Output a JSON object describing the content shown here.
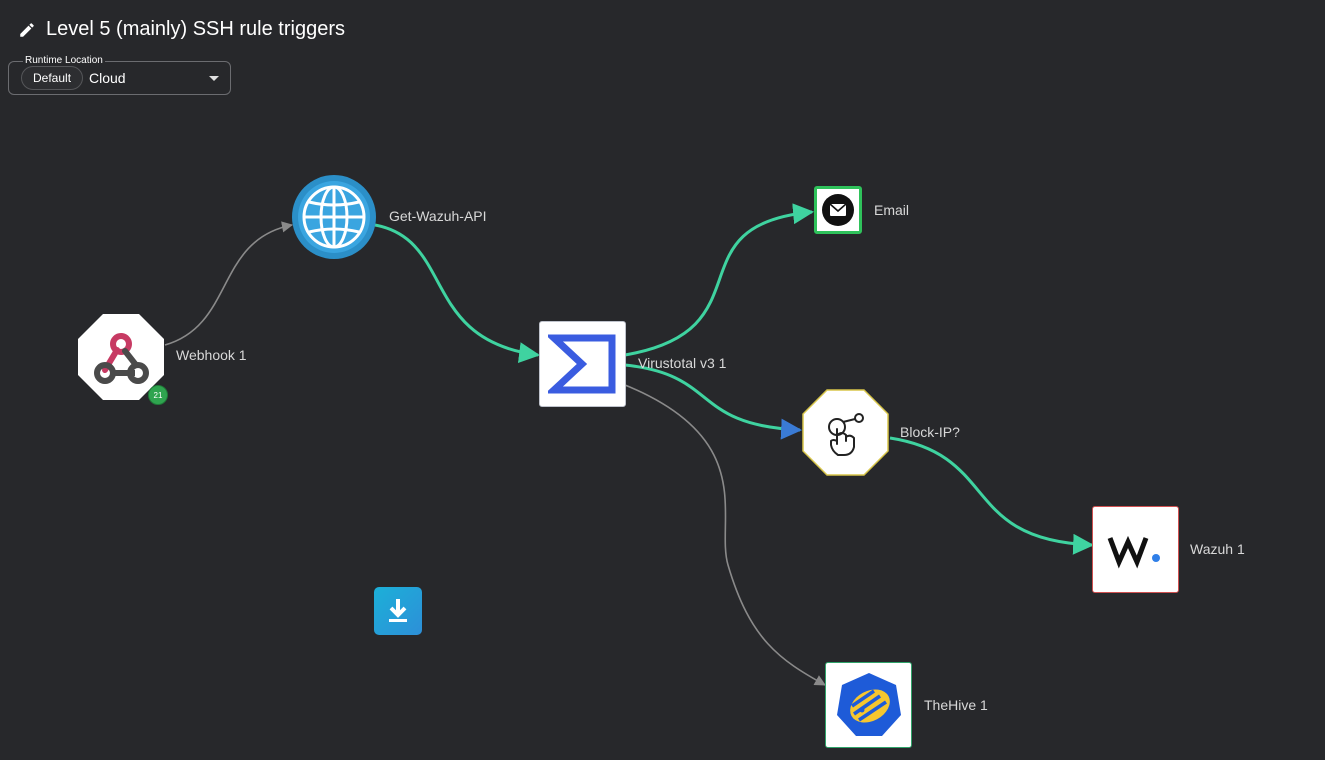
{
  "workflow": {
    "title": "Level 5 (mainly) SSH rule triggers",
    "runtime_location": {
      "legend": "Runtime Location",
      "chip": "Default",
      "value": "Cloud"
    }
  },
  "nodes": {
    "webhook": {
      "label": "Webhook 1",
      "badge": "21",
      "icon": "webhook-icon"
    },
    "get_wazuh_api": {
      "label": "Get-Wazuh-API",
      "icon": "globe-icon"
    },
    "virustotal": {
      "label": "Virustotal v3 1",
      "icon": "virustotal-sigma-icon"
    },
    "email": {
      "label": "Email",
      "icon": "email-icon"
    },
    "block_ip": {
      "label": "Block-IP?",
      "icon": "tap-hand-icon"
    },
    "wazuh": {
      "label": "Wazuh 1",
      "icon": "wazuh-logo-icon"
    },
    "thehive": {
      "label": "TheHive 1",
      "icon": "thehive-bee-icon"
    }
  },
  "colors": {
    "background": "#27282b",
    "edge_active": "#3fd3a0",
    "edge_inactive": "#8a8a8a",
    "badge": "#2fa44f",
    "virustotal_blue": "#3a5ce0",
    "email_border": "#2fc25b",
    "block_ip_border": "#d8c64a",
    "wazuh_border": "#d05050",
    "thehive_border": "#2fa36a"
  },
  "actions": {
    "download_icon": "download-icon"
  }
}
